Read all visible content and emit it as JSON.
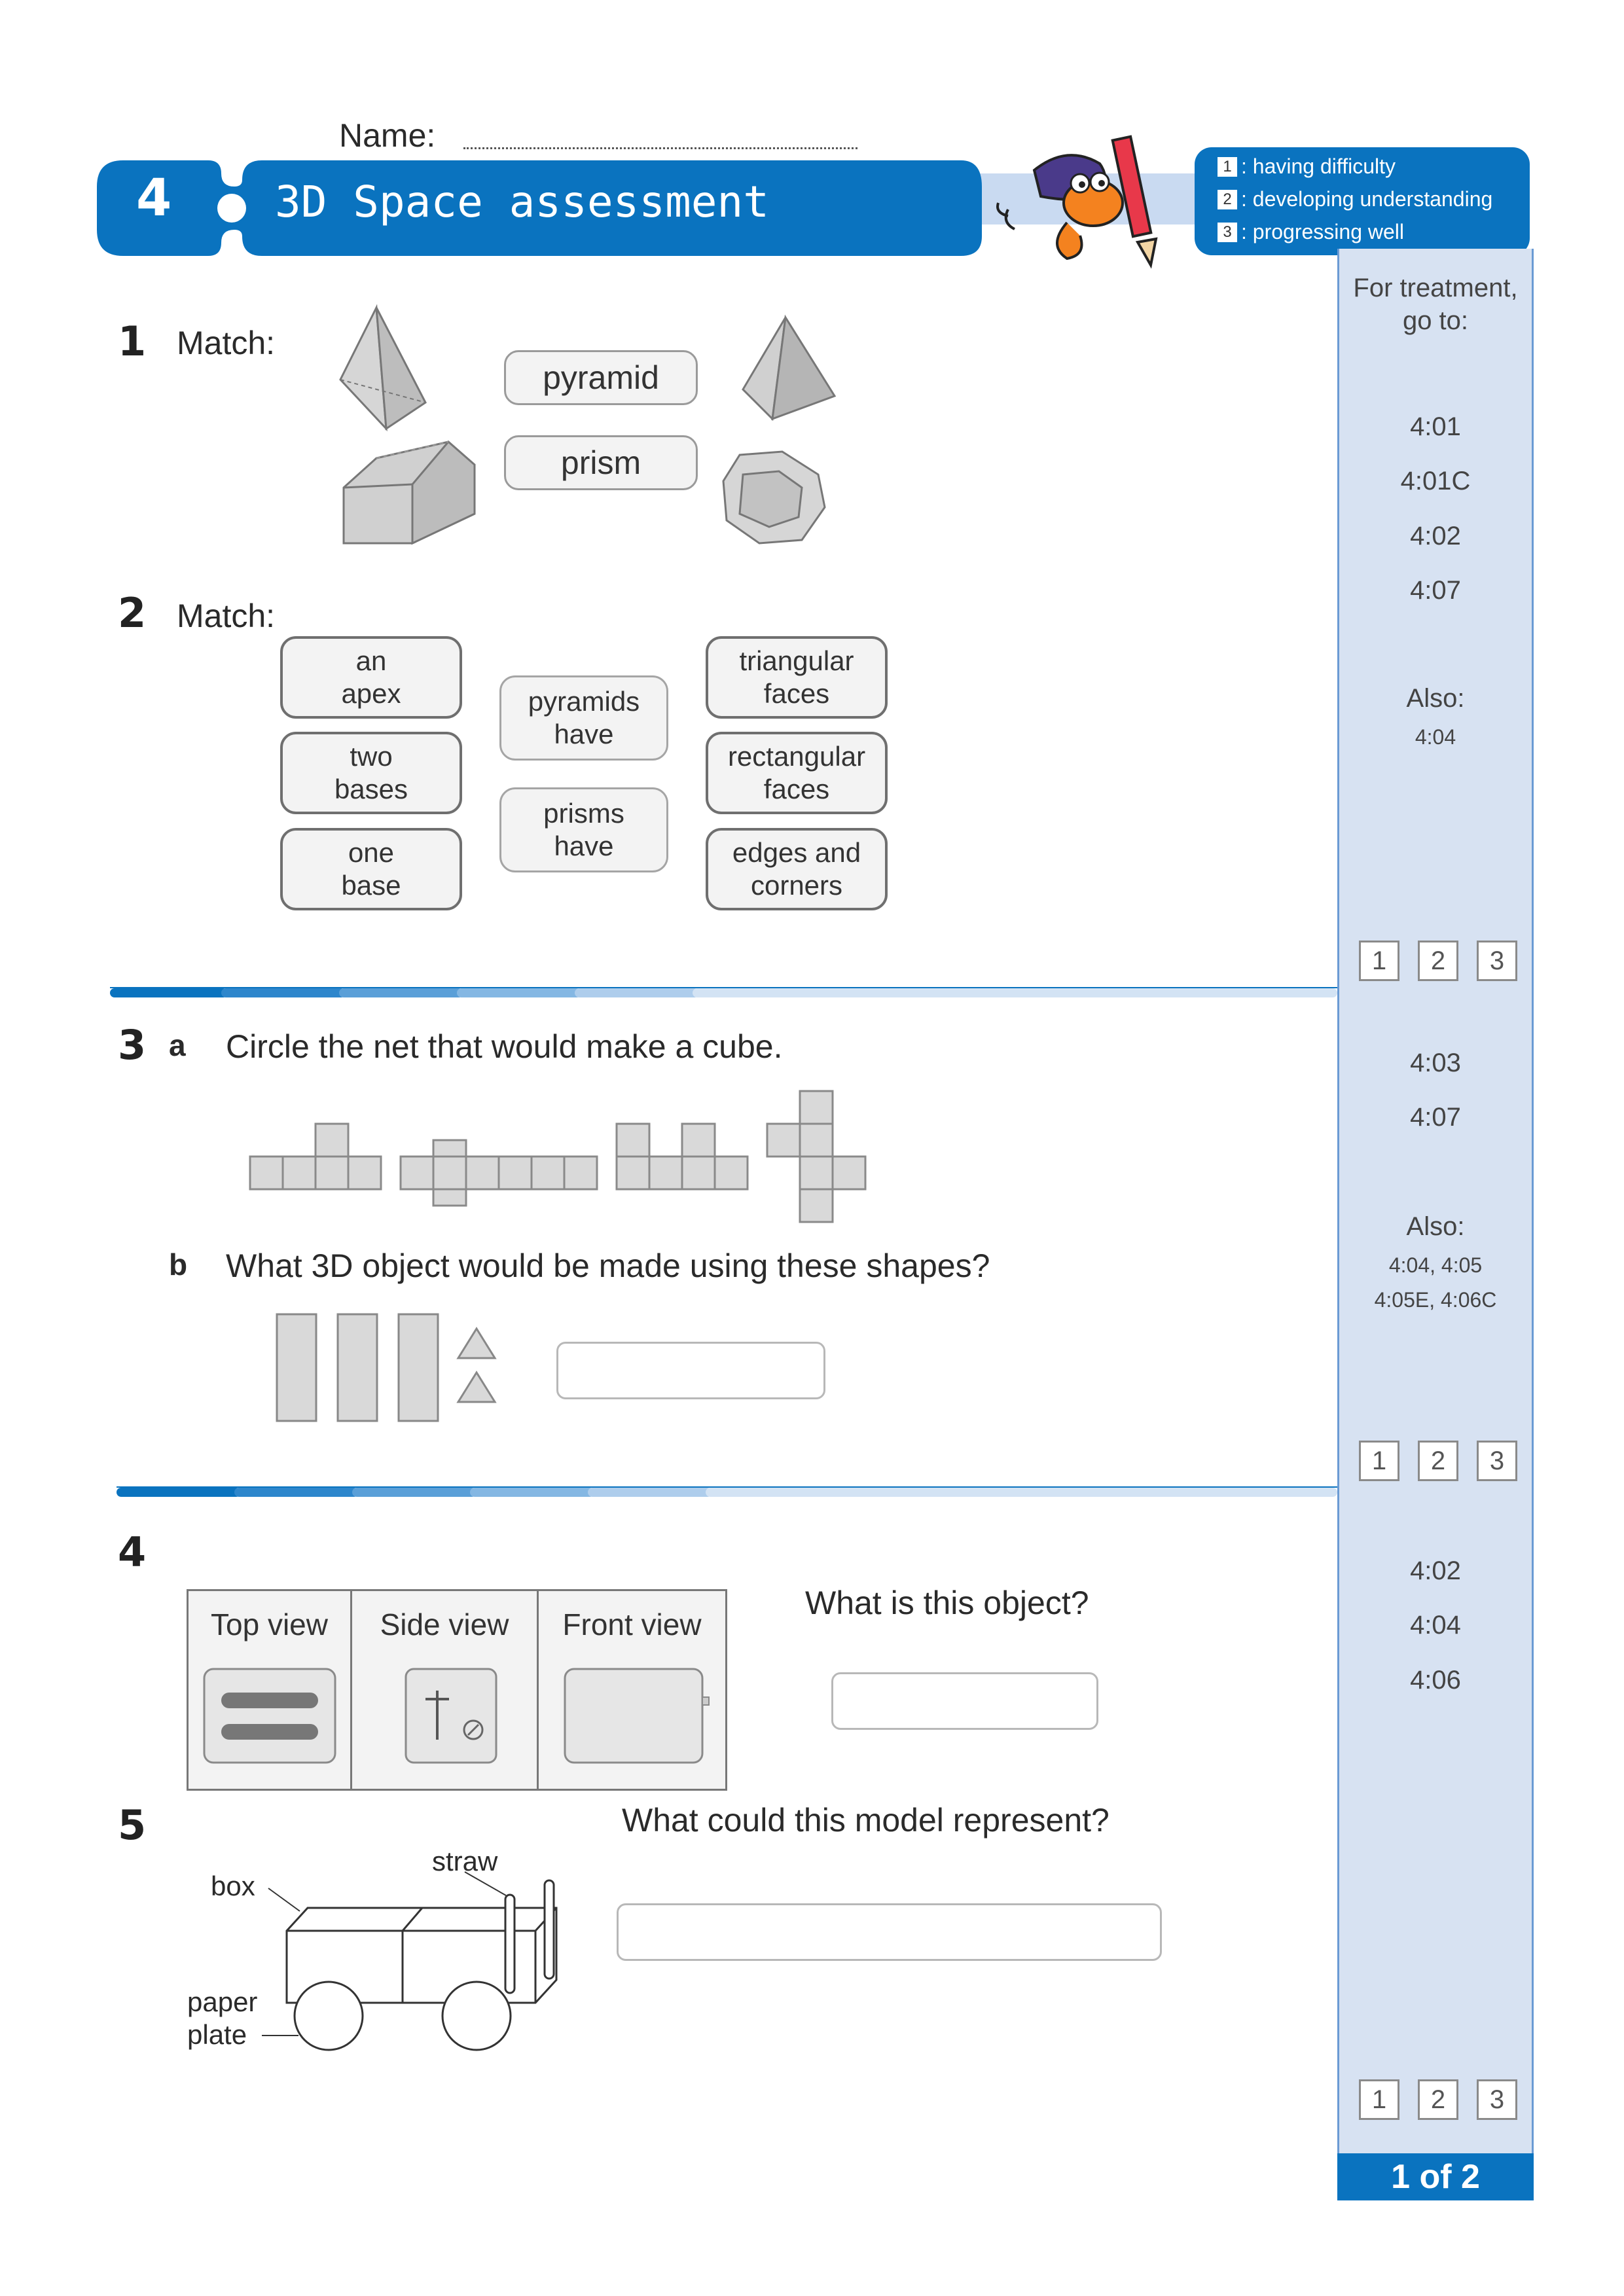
{
  "header": {
    "name_label": "Name:",
    "unit_number": "4",
    "title": "3D Space assessment",
    "legend": [
      {
        "num": "1",
        "text": ": having difficulty"
      },
      {
        "num": "2",
        "text": ": developing understanding"
      },
      {
        "num": "3",
        "text": ": progressing well"
      }
    ]
  },
  "sidebar": {
    "heading_line1": "For treatment,",
    "heading_line2": "go to:",
    "section1_refs": [
      "4:01",
      "4:01C",
      "4:02",
      "4:07"
    ],
    "section1_also_label": "Also:",
    "section1_also": "4:04",
    "section2_refs": [
      "4:03",
      "4:07"
    ],
    "section2_also_label": "Also:",
    "section2_also_line1": "4:04, 4:05",
    "section2_also_line2": "4:05E, 4:06C",
    "section3_refs": [
      "4:02",
      "4:04",
      "4:06"
    ],
    "rating_boxes": [
      "1",
      "2",
      "3"
    ],
    "page_indicator": "1 of 2"
  },
  "q1": {
    "number": "1",
    "prompt": "Match:",
    "labels": [
      "pyramid",
      "prism"
    ]
  },
  "q2": {
    "number": "2",
    "prompt": "Match:",
    "left": [
      {
        "line1": "an",
        "line2": "apex"
      },
      {
        "line1": "two",
        "line2": "bases"
      },
      {
        "line1": "one",
        "line2": "base"
      }
    ],
    "middle": [
      {
        "line1": "pyramids",
        "line2": "have"
      },
      {
        "line1": "prisms",
        "line2": "have"
      }
    ],
    "right": [
      {
        "line1": "triangular",
        "line2": "faces"
      },
      {
        "line1": "rectangular",
        "line2": "faces"
      },
      {
        "line1": "edges and",
        "line2": "corners"
      }
    ]
  },
  "q3": {
    "number": "3",
    "part_a_letter": "a",
    "part_a_text": "Circle the net that would make a cube.",
    "part_b_letter": "b",
    "part_b_text": "What 3D object would be made using these shapes?"
  },
  "q4": {
    "number": "4",
    "views": [
      "Top view",
      "Side view",
      "Front view"
    ],
    "question": "What is this object?"
  },
  "q5": {
    "number": "5",
    "question": "What could this model represent?",
    "label_box": "box",
    "label_straw": "straw",
    "label_plate_line1": "paper",
    "label_plate_line2": "plate"
  },
  "colors": {
    "brand_blue": "#0a73bf",
    "sidebar_bg": "#d7e2f2",
    "light_blue": "#c9daf1"
  }
}
